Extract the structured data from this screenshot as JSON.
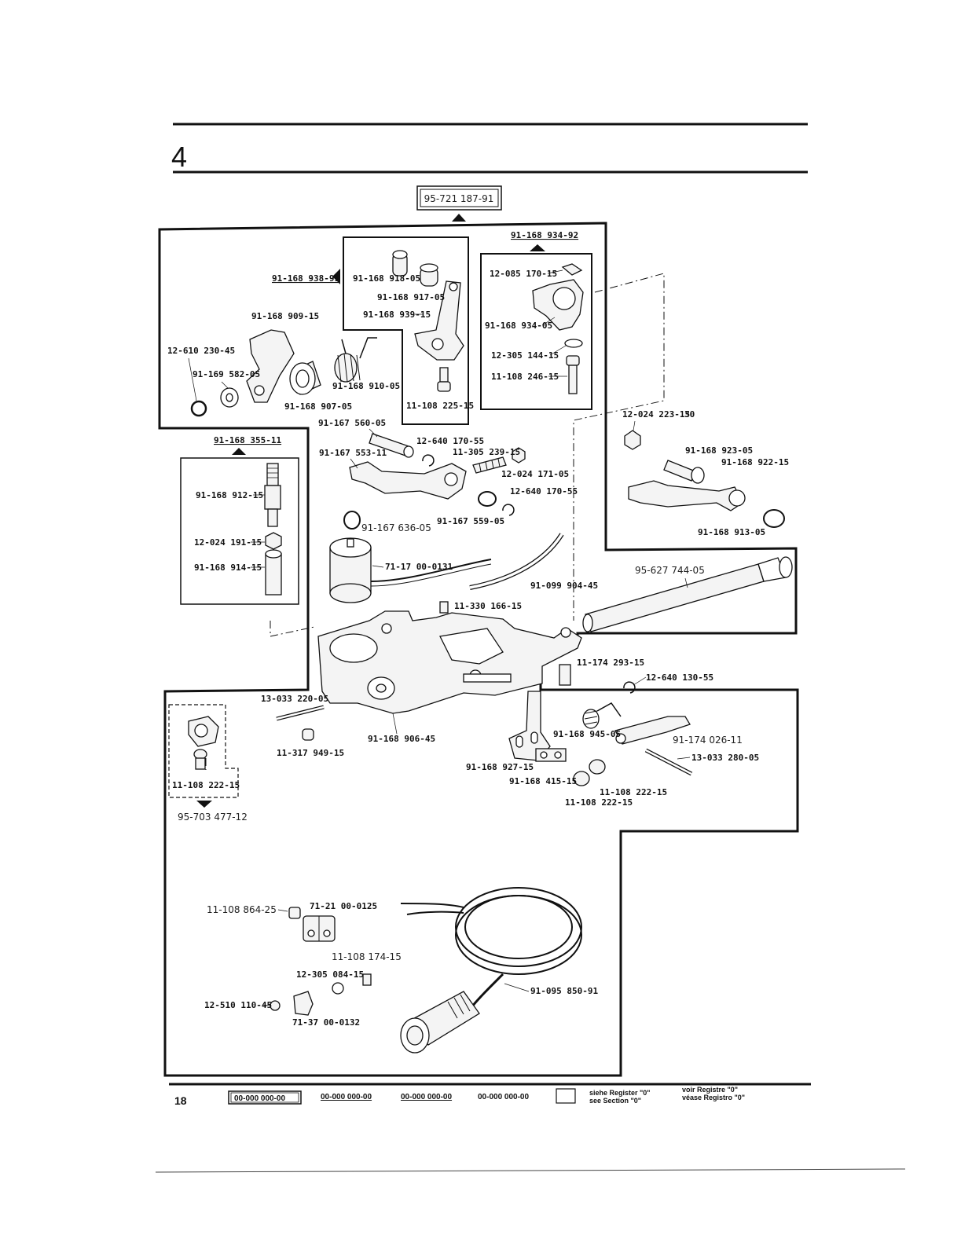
{
  "section_number": "4",
  "page_number": "18",
  "assembly_top": "95-721 187-91",
  "assembly_top_right": "91-168 934-92",
  "assembly_left": "91-168 938-91",
  "assembly_mid_left": "91-168 355-11",
  "assembly_bottom_left": "95-703 477-12",
  "parts": [
    "91-168 918-05",
    "91-168 917-05",
    "91-168 939-15",
    "11-108 225-15",
    "91-168 909-15",
    "12-610 230-45",
    "91-169 582-05",
    "91-168 907-05",
    "91-168 910-05",
    "12-085 170-15",
    "91-168 934-05",
    "12-305 144-15",
    "11-108 246-15",
    "12-024 223-15",
    "91-168 923-05",
    "91-168 922-15",
    "91-168 913-05",
    "91-167 560-05",
    "91-167 553-11",
    "12-640 170-55",
    "11-305 239-15",
    "12-024 171-05",
    "12-640 170-55",
    "91-167 636-05",
    "91-167 559-05",
    "91-168 912-15",
    "12-024 191-15",
    "91-168 914-15",
    "71-17 00-0131",
    "91-099 904-45",
    "11-330 166-15",
    "95-627 744-05",
    "11-174 293-15",
    "12-640 130-55",
    "13-033 220-05",
    "11-317 949-15",
    "91-168 906-45",
    "11-108 222-15",
    "91-168 945-05",
    "91-174 026-11",
    "13-033 280-05",
    "91-168 927-15",
    "91-168 415-15",
    "11-108 222-15",
    "11-108 222-15",
    "11-108 864-25",
    "71-21 00-0125",
    "11-108 174-15",
    "12-305 084-15",
    "12-510 110-45",
    "71-37 00-0132",
    "91-095 850-91"
  ],
  "section_tag": "30",
  "footer": {
    "codes": [
      "00-000 000-00",
      "00-000 000-00",
      "00-000 000-00",
      "00-000 000-00"
    ],
    "note_de": "siehe Register \"0\"",
    "note_en": "see Section \"0\"",
    "note_fr": "voir Registre \"0\"",
    "note_es": "véase Registro \"0\""
  }
}
